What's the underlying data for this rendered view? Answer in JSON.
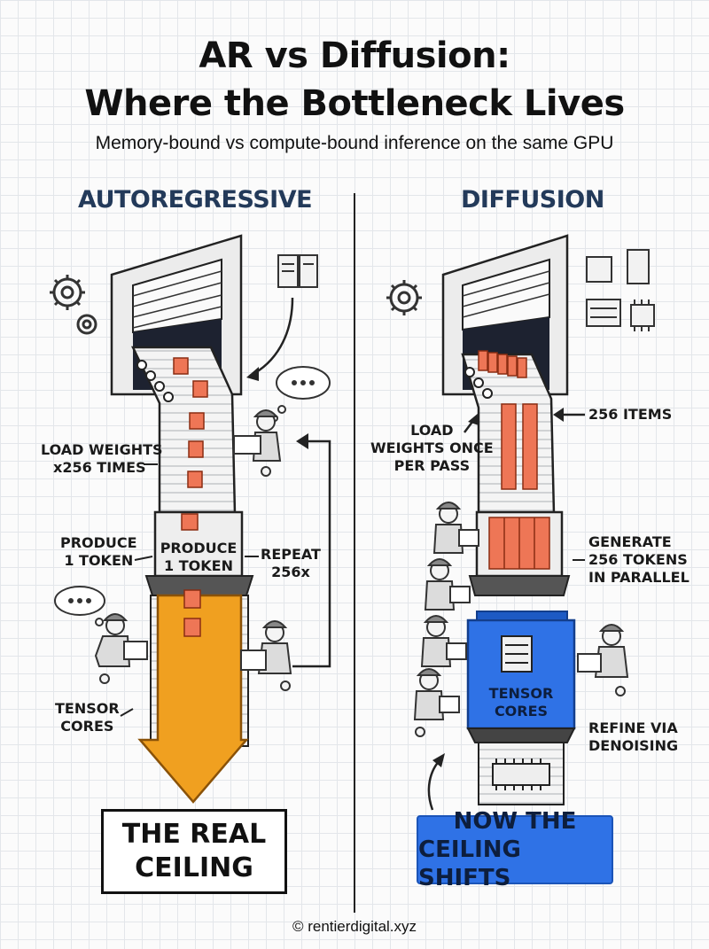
{
  "title": {
    "line1": "AR vs Diffusion:",
    "line2": "Where the Bottleneck Lives"
  },
  "subtitle": "Memory-bound vs compute-bound inference on the same GPU",
  "left": {
    "heading": "AUTOREGRESSIVE",
    "load_weights": [
      "LOAD WEIGHTS",
      "x256 TIMES"
    ],
    "produce_side": [
      "PRODUCE",
      "1 TOKEN"
    ],
    "produce_box": [
      "PRODUCE",
      "1 TOKEN"
    ],
    "repeat": [
      "REPEAT",
      "256x"
    ],
    "tensor": [
      "TENSOR",
      "CORES"
    ],
    "ceiling": [
      "THE REAL",
      "CEILING"
    ]
  },
  "right": {
    "heading": "DIFFUSION",
    "load": [
      "LOAD",
      "WEIGHTS ONCE",
      "PER PASS"
    ],
    "items": "256 ITEMS",
    "generate": [
      "GENERATE",
      "256 TOKENS",
      "IN PARALLEL"
    ],
    "tensor_box": [
      "TENSOR",
      "CORES"
    ],
    "refine": [
      "REFINE VIA",
      "DENOISING"
    ],
    "ceiling": [
      "NOW THE",
      "CEILING SHIFTS"
    ]
  },
  "credit": "© rentierdigital.xyz",
  "colors": {
    "accent_orange": "#f0a020",
    "token_red": "#ee7656",
    "accent_blue": "#2f72e6",
    "heading_navy": "#233a5a"
  },
  "icons": [
    "gear-icon",
    "server-icon",
    "thought-bubble-icon",
    "worker-icon",
    "chip-icon",
    "arrow-icon",
    "warehouse-door-icon",
    "conveyor-belt-icon"
  ]
}
